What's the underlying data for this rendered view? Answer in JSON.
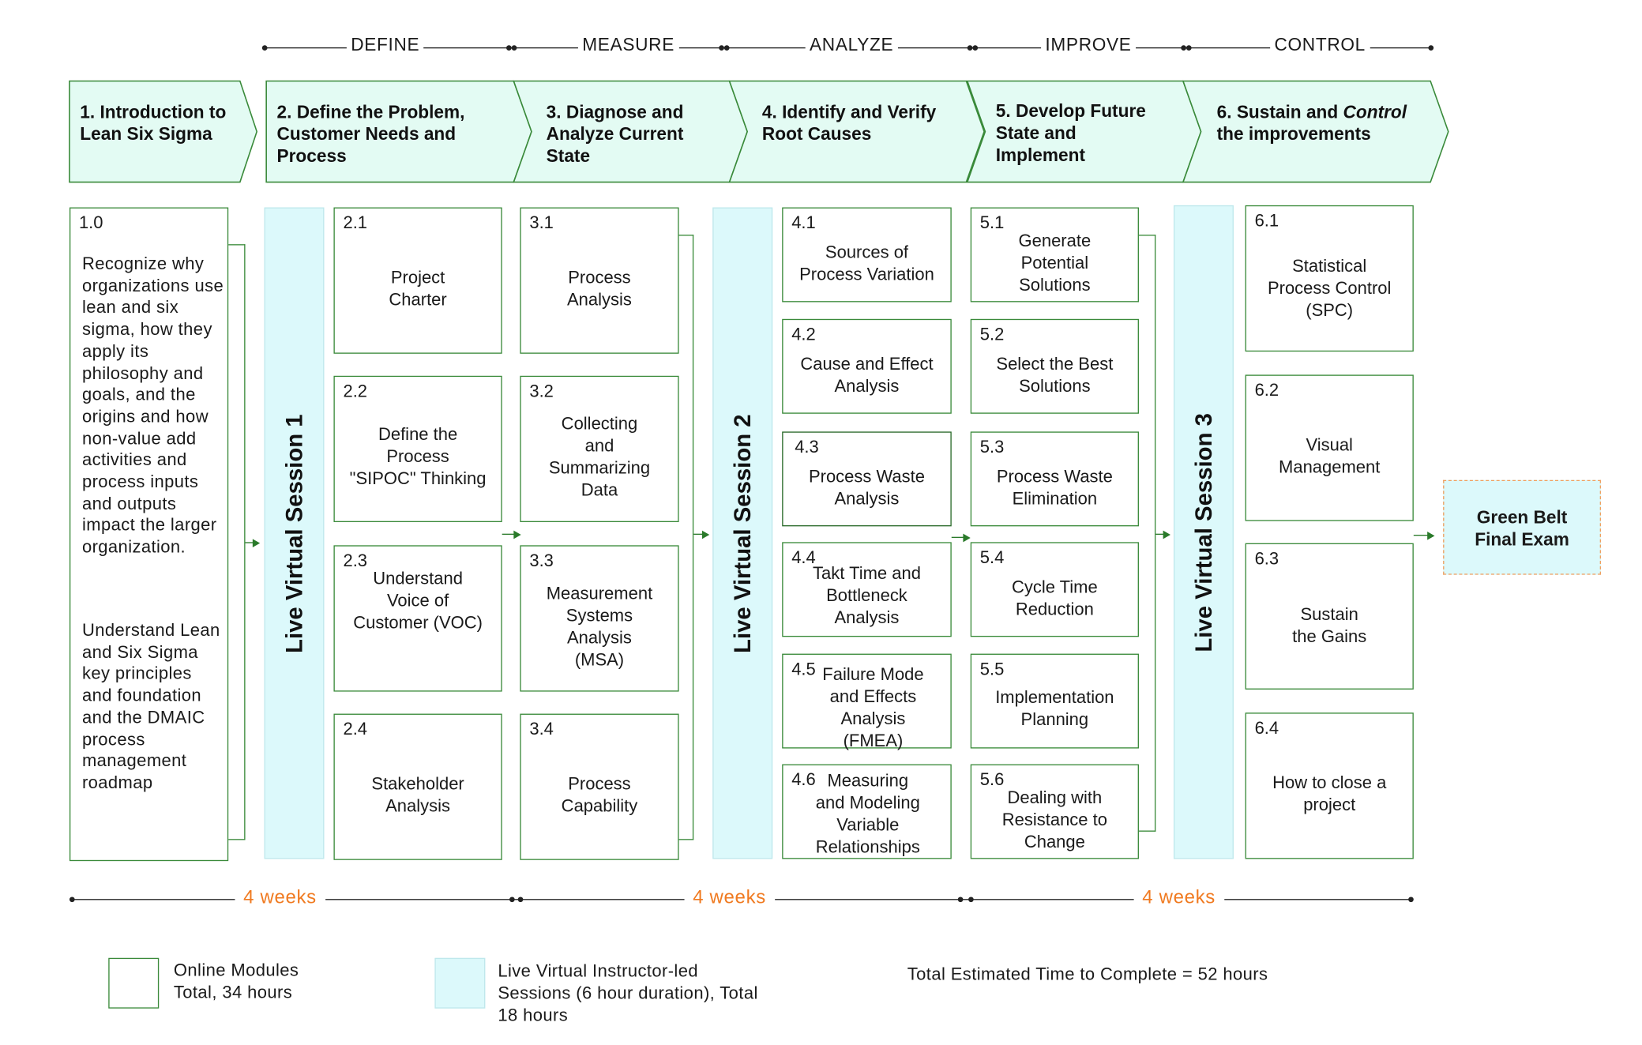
{
  "phases": [
    "DEFINE",
    "MEASURE",
    "ANALYZE",
    "IMPROVE",
    "CONTROL"
  ],
  "chevrons": [
    {
      "num": "1.",
      "title": "Introduction to\nLean Six Sigma"
    },
    {
      "num": "2.",
      "title": "Define the Problem,\nCustomer Needs and\nProcess"
    },
    {
      "num": "3.",
      "title": "Diagnose and\nAnalyze Current\nState"
    },
    {
      "num": "4.",
      "title": "Identify and Verify\nRoot Causes"
    },
    {
      "num": "5.",
      "title": "Develop Future\nState and\nImplement"
    },
    {
      "num": "6.",
      "title_pre": "Sustain and ",
      "title_em": "Control",
      "title_post": "\nthe improvements"
    }
  ],
  "intro": {
    "num": "1.0",
    "para1": "Recognize why organizations use lean and six sigma, how they apply its philosophy and goals, and the origins and how non-value add activities and  process inputs and outputs impact the larger organization.",
    "para2": "Understand Lean and Six Sigma key principles and foundation and the DMAIC process management roadmap"
  },
  "sessions": [
    "Live Virtual Session 1",
    "Live Virtual Session 2",
    "Live Virtual Session 3"
  ],
  "col2": [
    {
      "num": "2.1",
      "text": "Project\nCharter"
    },
    {
      "num": "2.2",
      "text": "Define the\nProcess\n\"SIPOC\" Thinking"
    },
    {
      "num": "2.3",
      "text": "Understand\nVoice of\nCustomer (VOC)"
    },
    {
      "num": "2.4",
      "text": "Stakeholder\nAnalysis"
    }
  ],
  "col3": [
    {
      "num": "3.1",
      "text": "Process\nAnalysis"
    },
    {
      "num": "3.2",
      "text": "Collecting\nand\nSummarizing\nData"
    },
    {
      "num": "3.3",
      "text": "Measurement\nSystems\nAnalysis\n(MSA)"
    },
    {
      "num": "3.4",
      "text": "Process\nCapability"
    }
  ],
  "col4": [
    {
      "num": "4.1",
      "text": "Sources of\nProcess Variation"
    },
    {
      "num": "4.2",
      "text": "Cause and Effect\nAnalysis"
    },
    {
      "num": "4.3",
      "text": "Process Waste\nAnalysis"
    },
    {
      "num": "4.4",
      "text": "Takt Time and\nBottleneck\nAnalysis"
    },
    {
      "num": "4.5",
      "text": "Failure Mode\nand Effects\nAnalysis\n(FMEA)"
    },
    {
      "num": "4.6",
      "text": "Measuring\nand Modeling\nVariable\nRelationships"
    }
  ],
  "col5": [
    {
      "num": "5.1",
      "text": "Generate\nPotential\nSolutions"
    },
    {
      "num": "5.2",
      "text": "Select the Best\nSolutions"
    },
    {
      "num": "5.3",
      "text": "Process Waste\nElimination"
    },
    {
      "num": "5.4",
      "text": "Cycle Time\nReduction"
    },
    {
      "num": "5.5",
      "text": "Implementation\nPlanning"
    },
    {
      "num": "5.6",
      "text": "Dealing with\nResistance to\nChange"
    }
  ],
  "col6": [
    {
      "num": "6.1",
      "text": "Statistical\nProcess Control\n(SPC)"
    },
    {
      "num": "6.2",
      "text": "Visual\nManagement"
    },
    {
      "num": "6.3",
      "text": "Sustain\nthe Gains"
    },
    {
      "num": "6.4",
      "text": "How to close a\nproject"
    }
  ],
  "exam": "Green Belt\nFinal Exam",
  "weeks": [
    "4 weeks",
    "4 weeks",
    "4 weeks"
  ],
  "legend": {
    "online": "Online Modules\nTotal, 34 hours",
    "live": "Live Virtual Instructor-led\nSessions (6 hour duration), Total\n18 hours",
    "total": "Total Estimated Time to Complete = 52 hours"
  },
  "colors": {
    "chevron_fill": "#e3fbf3",
    "module_border": "#3a8a3a",
    "session_fill": "#dcf9fb",
    "weeks_text": "#f07a20"
  }
}
